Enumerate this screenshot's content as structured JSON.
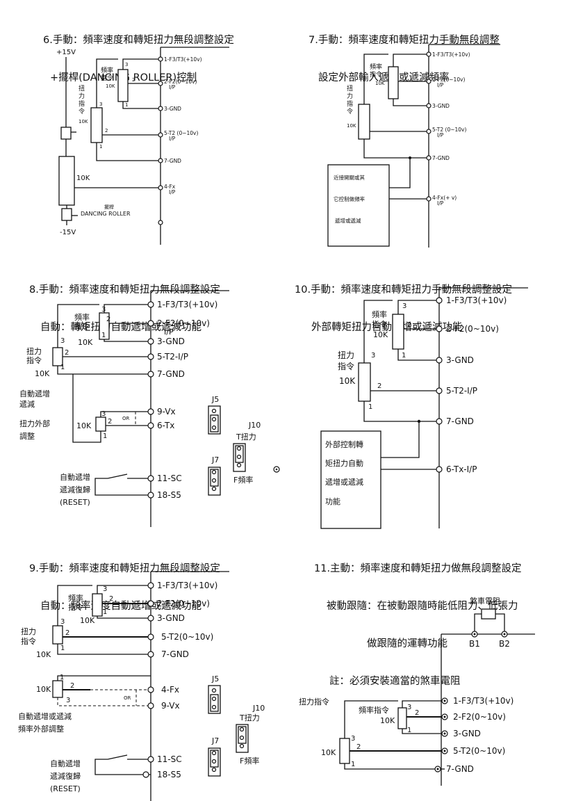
{
  "d6": {
    "title1": "6.手動：頻率速度和轉矩扭力無段調整設定",
    "title2": "+擺桿(DANCING ROLLER)控制",
    "plus15": "+15V",
    "minus15": "-15V",
    "freq_cmd": "頻率\n指令",
    "freq_10k": "10K",
    "torque_cmd": "扭\n力\n指\n令",
    "torque_10k": "10K",
    "roller_10k": "10K",
    "dancer1": "擺桿",
    "dancer2": "DANCING ROLLER",
    "t1": "1-F3/T3(+10v)",
    "t2a": "2-F2(0~10v)",
    "t2b": "I/P",
    "t3": "3-GND",
    "t5a": "5-T2 (0~10v)",
    "t5b": "I/P",
    "t7": "7-GND",
    "t4a": "4-Fx",
    "t4b": "I/P",
    "n3": "3",
    "n2": "2",
    "n1": "1"
  },
  "d7": {
    "title1": "7.手動：頻率速度和轉矩扭力手動無段調整",
    "title2": "設定外部輸入遞增或遞減頻率",
    "freq_cmd": "頻率\n指令",
    "freq_10k": "10K",
    "torque_cmd": "扭\n力\n指\n令",
    "torque_10k": "10K",
    "ext1": "近接開關或其",
    "ext2": "它控制做頻率",
    "ext3": "遞增或遞減",
    "t1": "1-F3/T3(+10v)",
    "t2a": "2-F2(0~10v)",
    "t2b": "I/P",
    "t3": "3-GND",
    "t5a": "5-T2 (0~10v)",
    "t5b": "I/P",
    "t7": "7-GND",
    "t4a": "4-Fx(+ v)",
    "t4b": "I/P"
  },
  "d8": {
    "title1": "8.手動：頻率速度和轉矩扭力無段調整設定",
    "title2": "自動：轉矩扭力自動遞增或遞減功能",
    "freq_cmd": "頻率\n指令",
    "freq_10k": "10K",
    "torque_cmd": "扭力\n指令",
    "torque_10k": "10K",
    "auto1": "自動遞增",
    "auto2": "遞減",
    "ext1": "扭力外部",
    "ext2": "調整",
    "ext_10k": "10K",
    "or": "OR",
    "reset1": "自動遞增",
    "reset2": "遞減復歸",
    "reset3": "(RESET)",
    "t1": "1-F3/T3(+10v)",
    "t2a": "2-F2(0~10v)",
    "t2b": "I/P",
    "t3": "3-GND",
    "t5": "5-T2-I/P",
    "t7": "7-GND",
    "t9": "9-Vx",
    "t6": "6-Tx",
    "t11": "11-SC",
    "t18": "18-S5",
    "j5": "J5",
    "j10": "J10",
    "j7": "J7",
    "jt": "T扭力",
    "jf": "F頻率"
  },
  "d10": {
    "title1": "10.手動：頻率速度和轉矩扭力手動無段調整設定",
    "title2": "外部轉矩扭力自動遞增或遞減功能",
    "freq_cmd": "頻率\n指令",
    "freq_10k": "10K",
    "torque_cmd": "扭力\n指令",
    "torque_10k": "10K",
    "ext1": "外部控制轉",
    "ext2": "矩扭力自動",
    "ext3": "遞增或遞減",
    "ext4": "功能",
    "t1": "1-F3/T3(+10v)",
    "t2": "2-F2(0~10v)",
    "t3": "3-GND",
    "t5": "5-T2-I/P",
    "t7": "7-GND",
    "t6": "6-Tx-I/P"
  },
  "d9": {
    "title1": "9.手動：頻率速度和轉矩扭力無段調整設定",
    "title2": "自動：頻率速度自動遞增或遞減功能",
    "freq_cmd": "頻率\n指令",
    "freq_10k": "10K",
    "torque_cmd": "扭力\n指令",
    "torque_10k": "10K",
    "ext_10k": "10K",
    "or": "OR",
    "ext1": "自動遞增或遞減",
    "ext2": "頻率外部調整",
    "reset1": "自動遞增",
    "reset2": "遞減復歸",
    "reset3": "(RESET)",
    "t1": "1-F3/T3(+10v)",
    "t2": "2-F2(0~10v)",
    "t3": "3-GND",
    "t5": "5-T2(0~10v)",
    "t7": "7-GND",
    "t4": "4-Fx",
    "t9": "9-Vx",
    "t11": "11-SC",
    "t18": "18-S5",
    "j5": "J5",
    "j10": "J10",
    "j7": "J7",
    "jt": "T扭力",
    "jf": "F頻率"
  },
  "d11": {
    "title1": "11.主動：頻率速度和轉矩扭力做無段調整設定",
    "title2": "被動跟隨：在被動跟隨時能低阻力、低張力",
    "title3": "做跟隨的運轉功能",
    "title4": "註：必須安裝適當的煞車電阻",
    "brake": "煞車電阻",
    "b1": "B1",
    "b2": "B2",
    "torque_cmd": "扭力指令",
    "torque_10k": "10K",
    "freq_cmd": "頻率指令",
    "freq_10k": "10K",
    "t1": "1-F3/T3(+10v)",
    "t2": "2-F2(0~10v)",
    "t3": "3-GND",
    "t5": "5-T2(0~10v)",
    "t7": "7-GND"
  }
}
